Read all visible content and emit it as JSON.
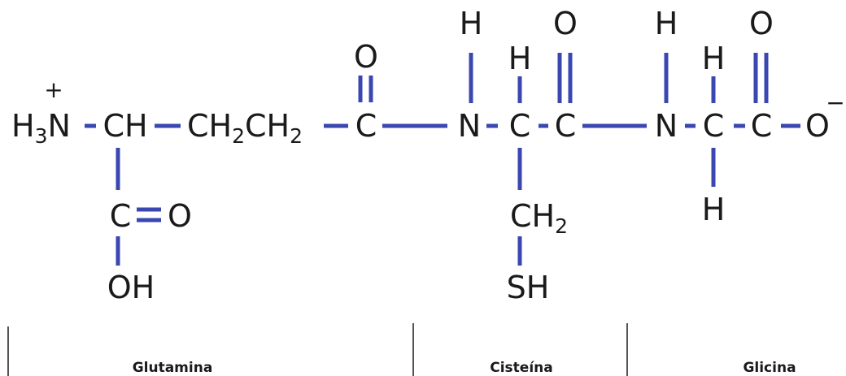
{
  "molecule": {
    "backbone": {
      "h3n": "H",
      "h3n_sub": "3",
      "h3n_n": "N",
      "plus": "+",
      "ch_alpha_glu": "CH",
      "ch2_a": "CH",
      "ch2_a_sub": "2",
      "ch2_b": "CH",
      "ch2_b_sub": "2",
      "c_gamma": "C",
      "o_gamma": "O",
      "n_cys": "N",
      "h_n_cys": "H",
      "c_alpha_cys": "C",
      "h_c_alpha_cys": "H",
      "c_carbonyl_cys": "C",
      "o_cys": "O",
      "n_gly": "N",
      "h_n_gly": "H",
      "c_alpha_gly": "C",
      "h_c_alpha_gly_top": "H",
      "h_c_alpha_gly_bottom": "H",
      "c_carboxyl_gly": "C",
      "o_top_gly": "O",
      "o_minus": "O",
      "minus": "−"
    },
    "glu_side": {
      "c": "C",
      "o": "O",
      "oh": "OH"
    },
    "cys_side": {
      "ch2": "CH",
      "ch2_sub": "2",
      "sh": "SH"
    }
  },
  "residues": {
    "glutamina": "Glutamina",
    "cisteina": "Cisteína",
    "glicina": "Glicina"
  },
  "colors": {
    "bond": "#3a47b0",
    "text": "#1a1a1a",
    "background": "#ffffff"
  }
}
